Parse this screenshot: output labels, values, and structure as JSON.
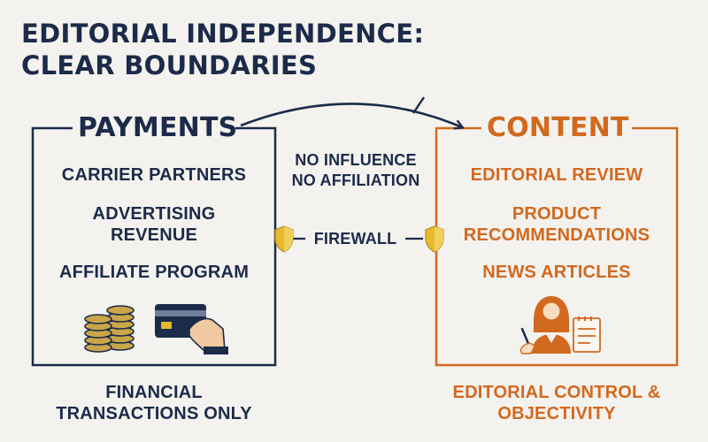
{
  "title": {
    "line1": "EDITORIAL INDEPENDENCE:",
    "line2": "CLEAR BOUNDARIES"
  },
  "payments": {
    "heading": "PAYMENTS",
    "items": [
      "CARRIER PARTNERS",
      "ADVERTISING REVENUE",
      "AFFILIATE PROGRAM"
    ],
    "footer": "FINANCIAL TRANSACTIONS ONLY"
  },
  "content": {
    "heading": "CONTENT",
    "items": [
      "EDITORIAL REVIEW",
      "PRODUCT RECOMMENDATIONS",
      "NEWS ARTICLES"
    ],
    "footer": "EDITORIAL CONTROL & OBJECTIVITY"
  },
  "middle": {
    "note_line1": "NO INFLUENCE",
    "note_line2": "NO AFFILIATION",
    "firewall": "FIREWALL"
  },
  "colors": {
    "navy": "#1c2b4a",
    "orange": "#d2691e",
    "gold": "#e8b92f",
    "background": "#f4f2ee"
  },
  "icons": [
    "coin-stacks-icon",
    "credit-card-hand-icon",
    "shield-icon",
    "editor-person-icon",
    "notepad-icon"
  ]
}
